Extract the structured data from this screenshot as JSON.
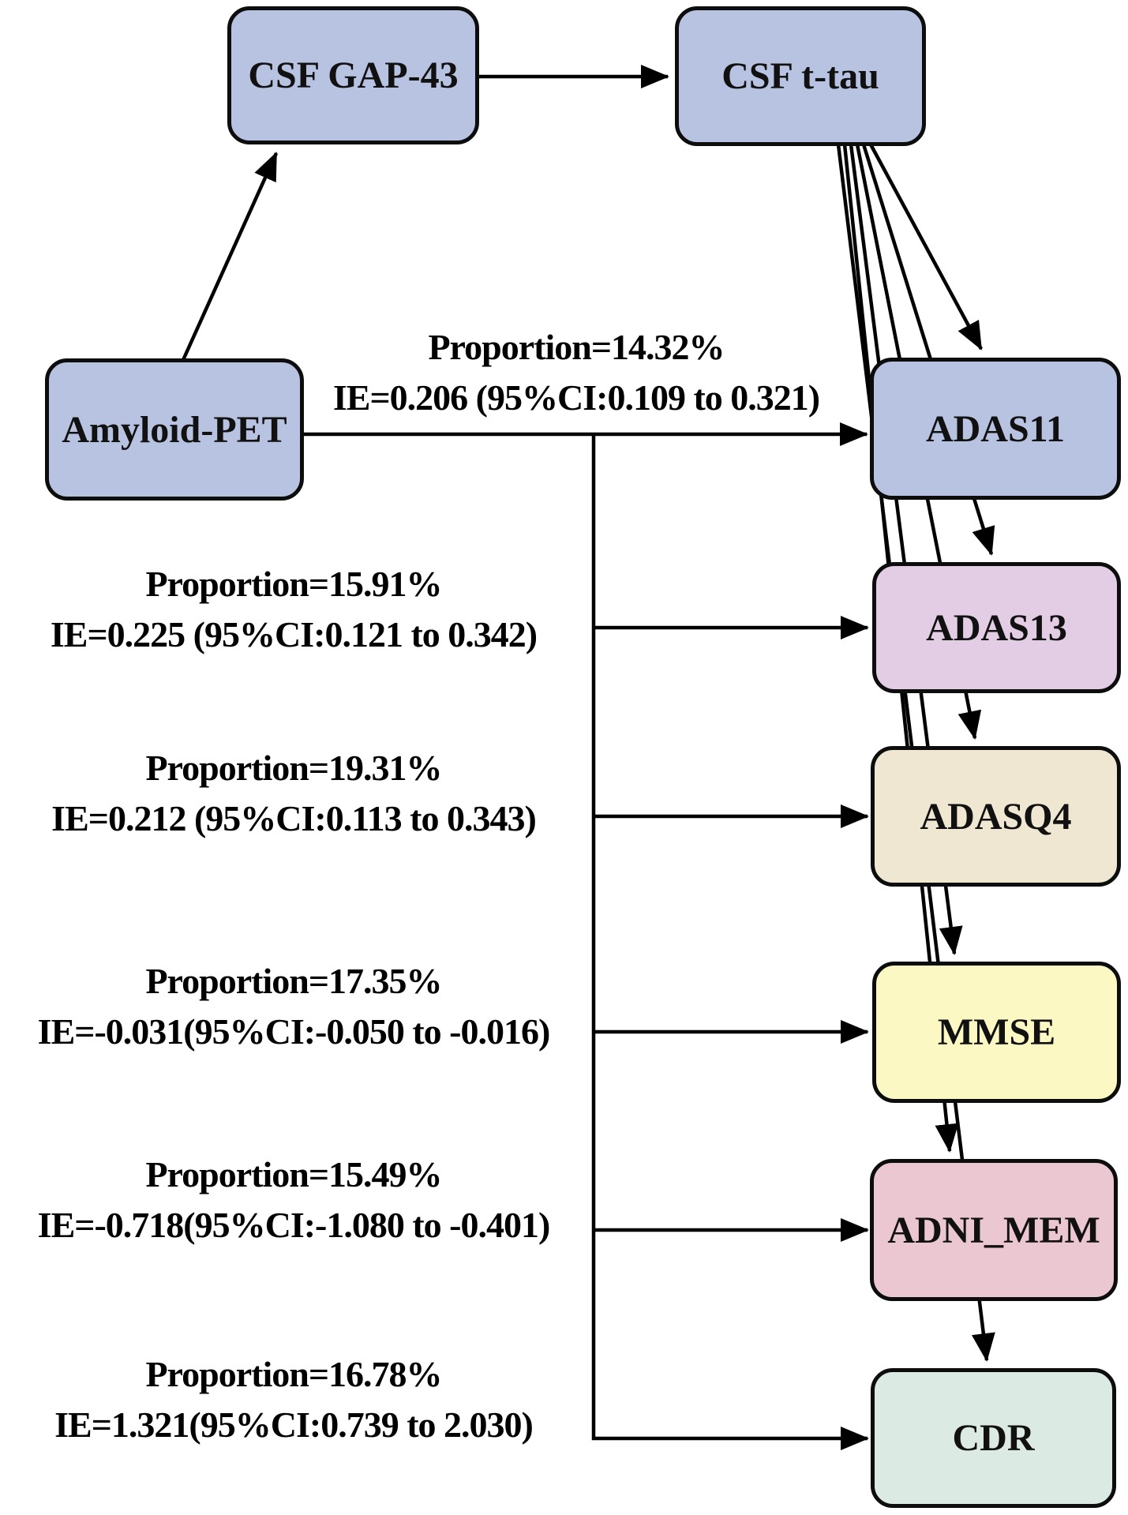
{
  "figure": {
    "background": "#ffffff",
    "line_color": "#000000",
    "border_color": "#0d0d0d",
    "nodes": [
      {
        "id": "csf-gap43",
        "label": "CSF GAP-43",
        "color": "#b7c3e0",
        "role": "mediator"
      },
      {
        "id": "csf-ttau",
        "label": "CSF t-tau",
        "color": "#b7c3e0",
        "role": "mediator"
      },
      {
        "id": "amyloid-pet",
        "label": "Amyloid-PET",
        "color": "#b7c3e0",
        "role": "exposure"
      },
      {
        "id": "adas11",
        "label": "ADAS11",
        "color": "#b7c3e0",
        "role": "outcome"
      },
      {
        "id": "adas13",
        "label": "ADAS13",
        "color": "#e2cde5",
        "role": "outcome"
      },
      {
        "id": "adasq4",
        "label": "ADASQ4",
        "color": "#f0e7d2",
        "role": "outcome"
      },
      {
        "id": "mmse",
        "label": "MMSE",
        "color": "#fbf8c3",
        "role": "outcome"
      },
      {
        "id": "adni-mem",
        "label": "ADNI_MEM",
        "color": "#eac7d1",
        "role": "outcome"
      },
      {
        "id": "cdr",
        "label": "CDR",
        "color": "#dbeae3",
        "role": "outcome"
      }
    ],
    "annotations": [
      {
        "target": "ADAS11",
        "proportion": "Proportion=14.32%",
        "ie": "IE=0.206 (95%CI:0.109 to 0.321)"
      },
      {
        "target": "ADAS13",
        "proportion": "Proportion=15.91%",
        "ie": "IE=0.225 (95%CI:0.121 to 0.342)"
      },
      {
        "target": "ADASQ4",
        "proportion": "Proportion=19.31%",
        "ie": "IE=0.212 (95%CI:0.113 to 0.343)"
      },
      {
        "target": "MMSE",
        "proportion": "Proportion=17.35%",
        "ie": "IE=-0.031(95%CI:-0.050 to -0.016)"
      },
      {
        "target": "ADNI_MEM",
        "proportion": "Proportion=15.49%",
        "ie": "IE=-0.718(95%CI:-1.080 to -0.401)"
      },
      {
        "target": "CDR",
        "proportion": "Proportion=16.78%",
        "ie": "IE=1.321(95%CI:0.739 to 2.030)"
      }
    ],
    "edges": [
      {
        "from": "Amyloid-PET",
        "to": "CSF GAP-43"
      },
      {
        "from": "CSF GAP-43",
        "to": "CSF t-tau"
      },
      {
        "from": "CSF t-tau",
        "to": "ADAS11"
      },
      {
        "from": "CSF t-tau",
        "to": "ADAS13"
      },
      {
        "from": "CSF t-tau",
        "to": "ADASQ4"
      },
      {
        "from": "CSF t-tau",
        "to": "MMSE"
      },
      {
        "from": "CSF t-tau",
        "to": "ADNI_MEM"
      },
      {
        "from": "CSF t-tau",
        "to": "CDR"
      },
      {
        "from": "Amyloid-PET",
        "to": "ADAS11"
      },
      {
        "from": "Amyloid-PET",
        "to": "ADAS13"
      },
      {
        "from": "Amyloid-PET",
        "to": "ADASQ4"
      },
      {
        "from": "Amyloid-PET",
        "to": "MMSE"
      },
      {
        "from": "Amyloid-PET",
        "to": "ADNI_MEM"
      },
      {
        "from": "Amyloid-PET",
        "to": "CDR"
      }
    ]
  }
}
